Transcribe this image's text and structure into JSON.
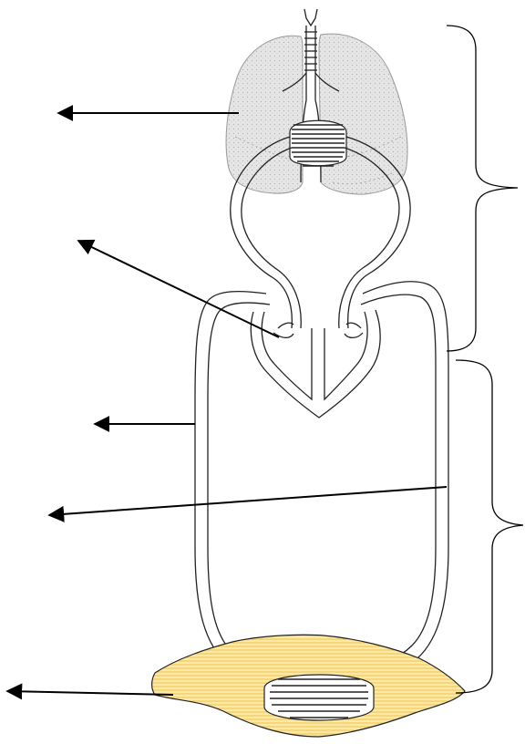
{
  "diagram": {
    "parts": [
      "lungs",
      "heart",
      "systemic-circulation",
      "tissue-capillaries",
      "pulmonary-circulation"
    ],
    "label_arrows": 5,
    "braces": 2,
    "colors": {
      "lung_fill": "#e6e6e6",
      "lung_dots": "#b5b5b5",
      "tissue_fill": "#fde9a6",
      "tissue_lines": "#f0c24e",
      "line": "#222222",
      "background": "#ffffff"
    }
  }
}
